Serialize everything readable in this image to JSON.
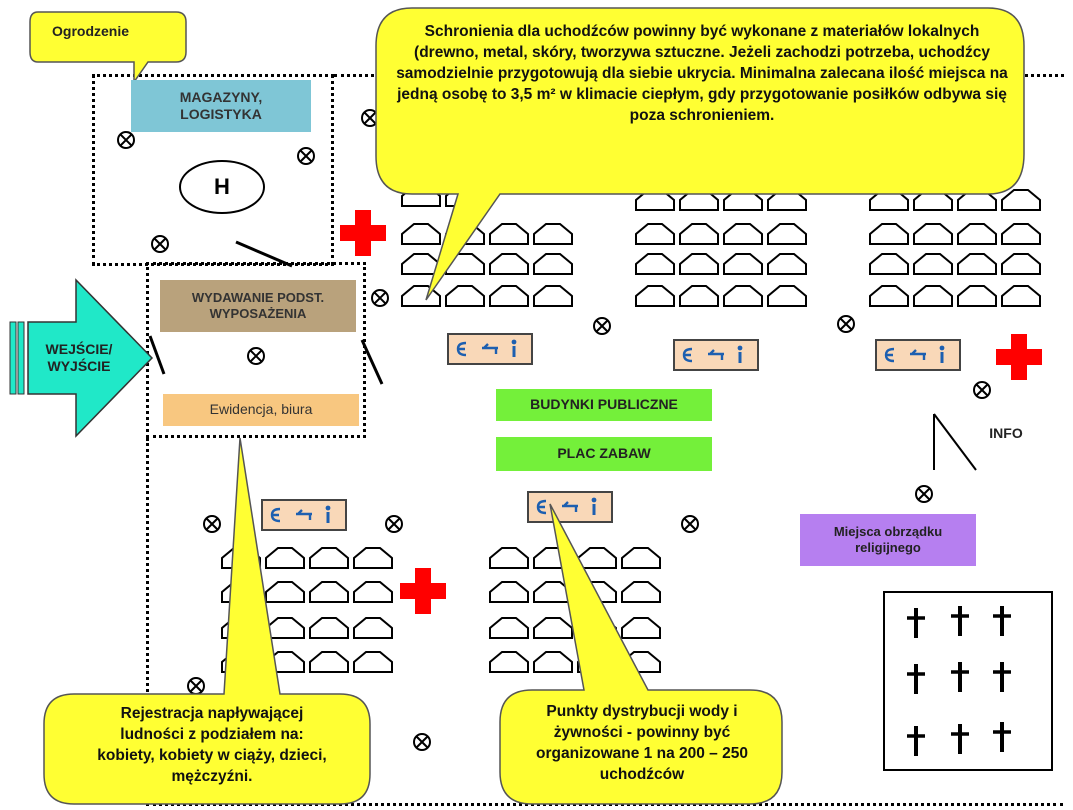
{
  "labels": {
    "fence": "Ogrodzenie",
    "storage": "MAGAZYNY,\nLOGISTYKA",
    "heliport": "H",
    "supplies": "WYDAWANIE PODST.\nWYPOSAŻENIA",
    "entrance": "WEJŚCIE/\nWYJŚCIE",
    "registry": "Ewidencja, biura",
    "public_buildings": "BUDYNKI PUBLICZNE",
    "playground": "PLAC ZABAW",
    "info": "INFO",
    "religious": "Miejsca obrządku religijnego"
  },
  "callouts": {
    "shelters": "Schronienia dla uchodźców powinny być wykonane z materiałów lokalnych (drewno, metal, skóry, tworzywa sztuczne. Jeżeli zachodzi potrzeba, uchodźcy samodzielnie przygotowują dla siebie ukrycia. Minimalna zalecana ilość miejsca na jedną osobę to 3,5 m² w klimacie ciepłym, gdy przygotowanie posiłków odbywa się poza schronieniem.",
    "registration": "Rejestracja napływającej ludności z podziałem na: kobiety, kobiety w ciąży, dzieci, mężczyźni.",
    "distribution": "Punkty dystrybucji wody i żywności - powinny być organizowane 1 na 200 – 250 uchodźców"
  },
  "colors": {
    "storage_bg": "#7fc6d6",
    "supplies_bg": "#b9a27c",
    "registry_bg": "#f8c780",
    "public_bg": "#74f03a",
    "religious_bg": "#b67ff0",
    "callout_bg": "#ffff33",
    "arrow": "#20e8c8",
    "red_cross": "#ff0000",
    "dist_bg": "#f9d8b8"
  },
  "icons": {
    "tent": "tent-icon",
    "guard": "circle-x-icon",
    "medical": "red-cross-icon",
    "grave": "grave-cross-icon",
    "water_food": "water-food-icon"
  }
}
